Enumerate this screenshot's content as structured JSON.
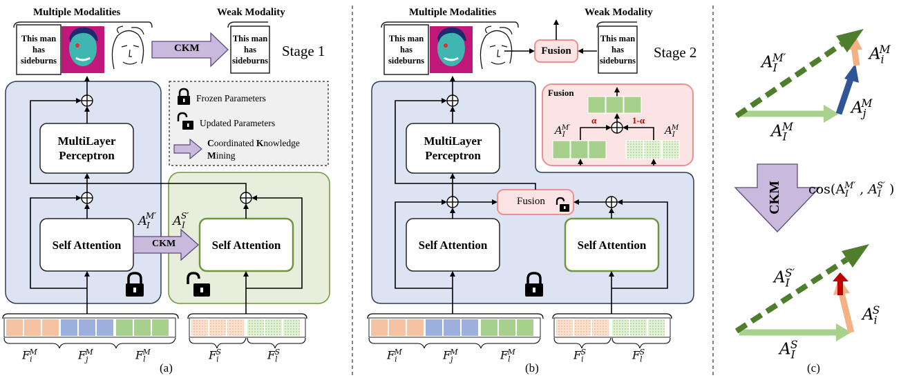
{
  "panel_a": {
    "multiple_modalities": "Multiple Modalities",
    "weak_modality": "Weak Modality",
    "doc_text": "This man has sideburns",
    "weak_doc_text": "This man has sideburns",
    "ckm_arrow": "CKM",
    "stage": "Stage 1",
    "mlp": "MultiLayer Perceptron",
    "self_attention_left": "Self Attention",
    "self_attention_right": "Self Attention",
    "ckm_mid": "CKM",
    "a_left": "A",
    "a_left_sub": "I",
    "a_left_sup": "M′",
    "a_right": "A",
    "a_right_sub": "I",
    "a_right_sup": "S′",
    "caption": "(a)",
    "legend": {
      "frozen": "Frozen Parameters",
      "updated": "Updated Parameters",
      "ckm_c": "C",
      "ckm_1": "oordinated ",
      "ckm_k": "K",
      "ckm_2": "nowledge",
      "ckm_m": "M",
      "ckm_3": "ining"
    },
    "tokens": [
      {
        "label": "F",
        "sub": "i",
        "sup": "M"
      },
      {
        "label": "F",
        "sub": "j",
        "sup": "M"
      },
      {
        "label": "F",
        "sub": "l",
        "sup": "M"
      },
      {
        "label": "F",
        "sub": "i",
        "sup": "S"
      },
      {
        "label": "F",
        "sub": "l",
        "sup": "S"
      }
    ]
  },
  "panel_b": {
    "multiple_modalities": "Multiple Modalities",
    "weak_modality": "Weak Modality",
    "doc_text": "This man has sideburns",
    "weak_doc_text": "This man has sideburns",
    "fusion_top": "Fusion",
    "stage": "Stage 2",
    "mlp": "MultiLayer Perceptron",
    "self_attention_left": "Self Attention",
    "self_attention_right": "Self Attention",
    "fusion_mid": "Fusion",
    "fusion_detail_title": "Fusion",
    "alpha": "α",
    "one_minus_alpha": "1-α",
    "caption": "(b)",
    "tokens": [
      {
        "label": "F",
        "sub": "i",
        "sup": "M"
      },
      {
        "label": "F",
        "sub": "j",
        "sup": "M"
      },
      {
        "label": "F",
        "sub": "l",
        "sup": "M"
      },
      {
        "label": "F",
        "sub": "i",
        "sup": "S"
      },
      {
        "label": "F",
        "sub": "l",
        "sup": "S"
      }
    ]
  },
  "panel_c": {
    "ckm": "CKM",
    "cos_expr": "cos(A",
    "caption": "(c)"
  },
  "colors": {
    "blue_bg": "#dce3f3",
    "green_bg": "#e7eedb",
    "pink_bg": "#fde4e4",
    "pink_border": "#f08f8f",
    "green_border": "#6f963d",
    "orange": "#f5c3a2",
    "blue_token": "#9db0dd",
    "green_token": "#a8d08d",
    "dark_green": "#4e7d2b",
    "light_green": "#a9d18e",
    "dark_blue": "#2f5597",
    "peach": "#f4b183",
    "red": "#c00000",
    "purple": "#c6b6d8"
  }
}
